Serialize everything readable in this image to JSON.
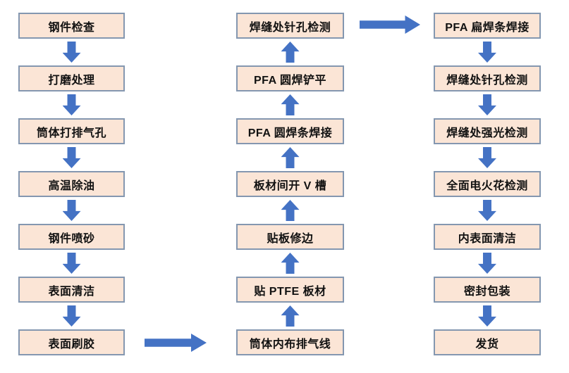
{
  "flow": {
    "colors": {
      "box_fill": "#fbe5d6",
      "box_border": "#8497b0",
      "arrow_blue": "#4472c4",
      "background": "#ffffff",
      "text": "#111111"
    },
    "columns": [
      {
        "name": "column-1",
        "flow_direction": "top-down",
        "steps": [
          "钢件检查",
          "打磨处理",
          "筒体打排气孔",
          "高温除油",
          "钢件喷砂",
          "表面清洁",
          "表面刷胶"
        ]
      },
      {
        "name": "column-2",
        "flow_direction": "bottom-up",
        "steps": [
          "焊缝处针孔检测",
          "PFA 圆焊铲平",
          "PFA 圆焊条焊接",
          "板材间开 V 槽",
          "贴板修边",
          "贴 PTFE 板材",
          "筒体内布排气线"
        ]
      },
      {
        "name": "column-3",
        "flow_direction": "top-down",
        "steps": [
          "PFA 扁焊条焊接",
          "焊缝处针孔检测",
          "焊缝处强光检测",
          "全面电火花检测",
          "内表面清洁",
          "密封包装",
          "发货"
        ]
      }
    ],
    "connectors": [
      {
        "from": "表面刷胶",
        "to": "筒体内布排气线",
        "direction": "right",
        "position": "bottom"
      },
      {
        "from": "焊缝处针孔检测",
        "to": "PFA 扁焊条焊接",
        "direction": "right",
        "position": "top"
      }
    ]
  }
}
